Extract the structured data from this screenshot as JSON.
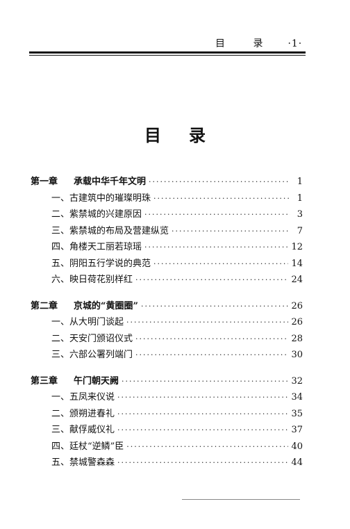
{
  "header": {
    "title": "目 录",
    "page": "·1·"
  },
  "title": "目录",
  "toc": [
    {
      "chapter": "第一章",
      "title": "承载中华千年文明",
      "page": "1",
      "sections": [
        {
          "label": "一、古建筑中的璀璨明珠",
          "page": "1"
        },
        {
          "label": "二、紫禁城的兴建原因",
          "page": "3"
        },
        {
          "label": "三、紫禁城的布局及营建纵览",
          "page": "7"
        },
        {
          "label": "四、角楼天工丽若琼瑶",
          "page": "12"
        },
        {
          "label": "五、阴阳五行学说的典范",
          "page": "14"
        },
        {
          "label": "六、映日荷花别样红",
          "page": "24"
        }
      ]
    },
    {
      "chapter": "第二章",
      "title": "京城的“黄圈圈”",
      "page": "26",
      "sections": [
        {
          "label": "一、从大明门谈起",
          "page": "26"
        },
        {
          "label": "二、天安门颁诏仪式",
          "page": "28"
        },
        {
          "label": "三、六部公署列端门",
          "page": "30"
        }
      ]
    },
    {
      "chapter": "第三章",
      "title": "午门朝天阙",
      "page": "32",
      "sections": [
        {
          "label": "一、五凤来仪说",
          "page": "34"
        },
        {
          "label": "二、颁朔进春礼",
          "page": "35"
        },
        {
          "label": "三、献俘威仪礼",
          "page": "37"
        },
        {
          "label": "四、廷杖“逆鳞”臣",
          "page": "40"
        },
        {
          "label": "五、禁城警森森",
          "page": "44"
        }
      ]
    }
  ]
}
